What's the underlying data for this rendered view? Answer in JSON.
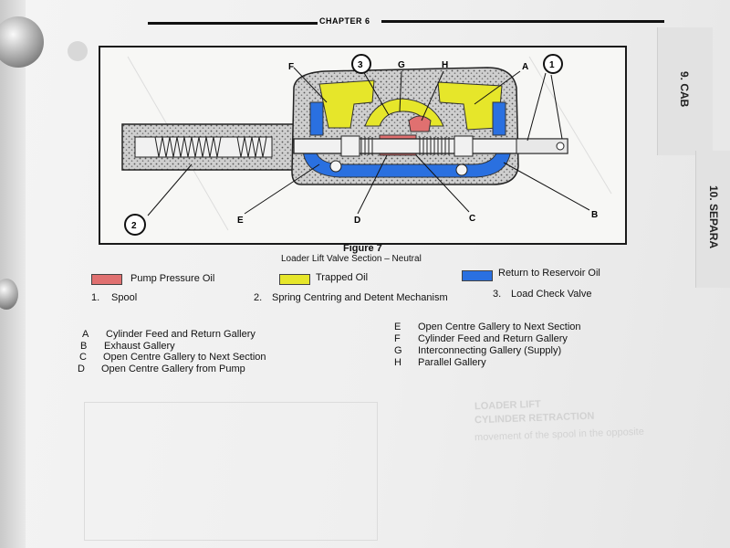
{
  "header": {
    "chapter": "CHAPTER 6"
  },
  "tabs": [
    {
      "label": "9. CAB"
    },
    {
      "label": "10. SEPARA"
    }
  ],
  "figure": {
    "callouts": [
      "1",
      "2",
      "3"
    ],
    "letters": [
      "A",
      "B",
      "C",
      "D",
      "E",
      "F",
      "G",
      "H"
    ],
    "title": "Figure 7",
    "subtitle": "Loader Lift Valve Section – Neutral"
  },
  "legend": [
    {
      "label": "Pump Pressure Oil",
      "color": "#e07070"
    },
    {
      "label": "Trapped Oil",
      "color": "#e6e62a"
    },
    {
      "label": "Return to Reservoir Oil",
      "color": "#2a70e0"
    }
  ],
  "numbered_items": [
    {
      "num": "1.",
      "text": "Spool"
    },
    {
      "num": "2.",
      "text": "Spring Centring and Detent Mechanism"
    },
    {
      "num": "3.",
      "text": "Load Check Valve"
    }
  ],
  "lettered_items_left": [
    {
      "key": "A",
      "text": "Cylinder Feed and Return Gallery"
    },
    {
      "key": "B",
      "text": "Exhaust Gallery"
    },
    {
      "key": "C",
      "text": "Open Centre Gallery to Next Section"
    },
    {
      "key": "D",
      "text": "Open Centre Gallery from Pump"
    }
  ],
  "lettered_items_right": [
    {
      "key": "E",
      "text": "Open Centre Gallery to Next Section"
    },
    {
      "key": "F",
      "text": "Cylinder Feed and Return Gallery"
    },
    {
      "key": "G",
      "text": "Interconnecting Gallery (Supply)"
    },
    {
      "key": "H",
      "text": "Parallel Gallery"
    }
  ],
  "bleed_through": {
    "heading": "LOADER LIFT",
    "heading2": "CYLINDER RETRACTION",
    "body": "movement of the spool in the opposite"
  }
}
